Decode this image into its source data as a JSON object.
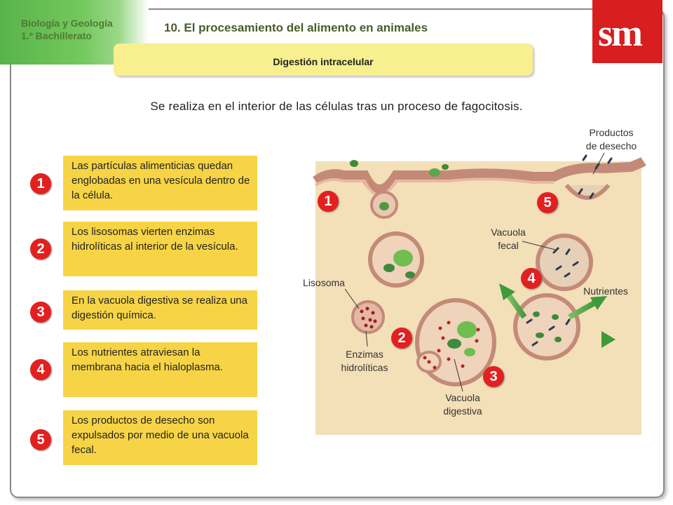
{
  "header": {
    "course_line1": "Biología y Geología",
    "course_line2": "1.º Bachillerato",
    "title": "10. El procesamiento del alimento en animales",
    "logo": "sm"
  },
  "subtitle": "Digestión intracelular",
  "intro": "Se realiza en el interior de las células tras un proceso de fagocitosis.",
  "steps": [
    {
      "num": "1",
      "text": "Las partículas alimenticias quedan englobadas en una vesícula dentro de la célula."
    },
    {
      "num": "2",
      "text": "Los lisosomas vierten enzimas hidrolíticas al interior de la vesícula."
    },
    {
      "num": "3",
      "text": "En la vacuola digestiva se realiza una digestión química."
    },
    {
      "num": "4",
      "text": "Los nutrientes atraviesan la membrana hacia el hialoplasma."
    },
    {
      "num": "5",
      "text": "Los productos de desecho son expulsados por medio de una vacuola fecal."
    }
  ],
  "diagram": {
    "labels": {
      "productos_1": "Productos",
      "productos_2": "de desecho",
      "vacuola_fecal_1": "Vacuola",
      "vacuola_fecal_2": "fecal",
      "lisosoma": "Lisosoma",
      "nutrientes": "Nutrientes",
      "enzimas_1": "Enzimas",
      "enzimas_2": "hidrolíticas",
      "vacuola_digestiva_1": "Vacuola",
      "vacuola_digestiva_2": "digestiva"
    },
    "badges": [
      "1",
      "5",
      "4",
      "2",
      "3"
    ]
  },
  "colors": {
    "badge_red": "#e32020",
    "step_yellow": "#f7d445",
    "banner_yellow": "#f8f08e",
    "logo_red": "#d81e1e",
    "header_green": "#58b44a"
  }
}
